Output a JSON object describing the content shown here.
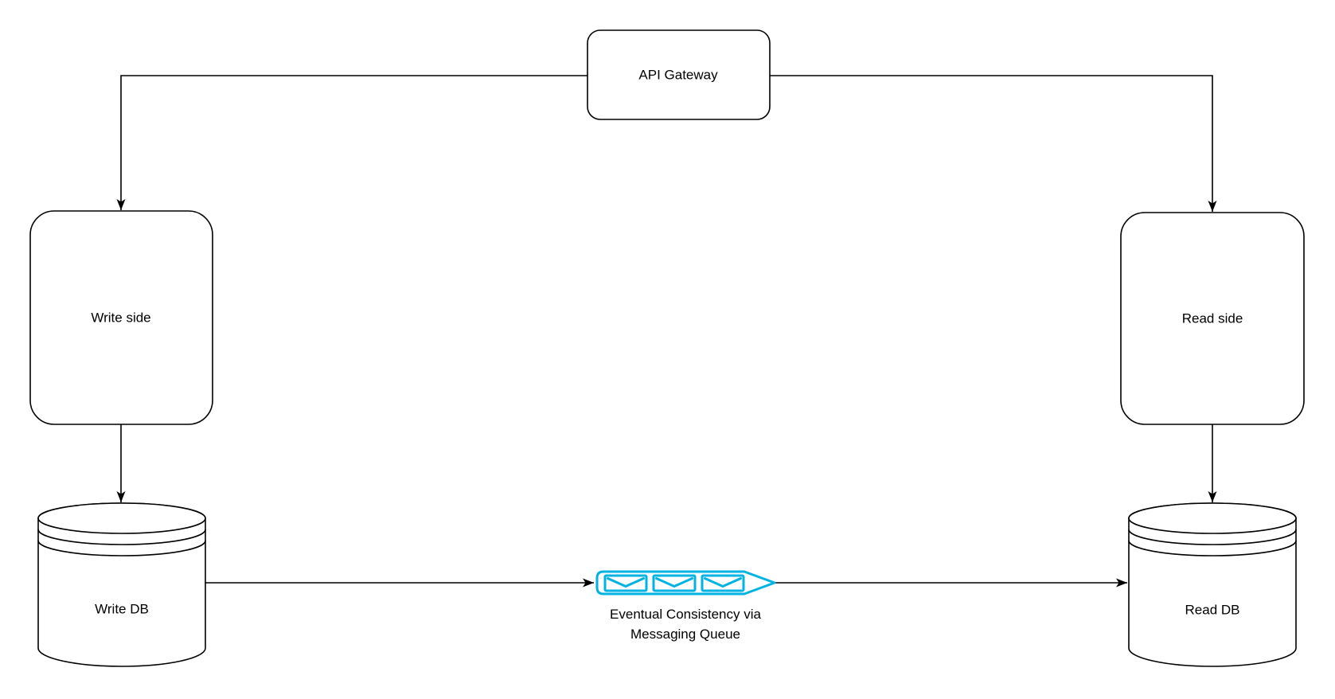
{
  "colors": {
    "background": "#ffffff",
    "stroke": "#000000",
    "queue_accent": "#00B3E3"
  },
  "nodes": {
    "api_gateway": {
      "label": "API Gateway",
      "shape": "rounded-rectangle"
    },
    "write_side": {
      "label": "Write side",
      "shape": "rounded-rectangle"
    },
    "read_side": {
      "label": "Read side",
      "shape": "rounded-rectangle"
    },
    "write_db": {
      "label": "Write DB",
      "shape": "database-cylinder"
    },
    "read_db": {
      "label": "Read DB",
      "shape": "database-cylinder"
    }
  },
  "queue": {
    "label_line1": "Eventual Consistency via",
    "label_line2": "Messaging Queue",
    "icon": "message-queue-icon",
    "envelope_count": 3
  },
  "edges": [
    {
      "from": "api_gateway",
      "to": "write_side"
    },
    {
      "from": "api_gateway",
      "to": "read_side"
    },
    {
      "from": "write_side",
      "to": "write_db"
    },
    {
      "from": "read_side",
      "to": "read_db"
    },
    {
      "from": "write_db",
      "to": "read_db",
      "via": "messaging_queue"
    }
  ]
}
